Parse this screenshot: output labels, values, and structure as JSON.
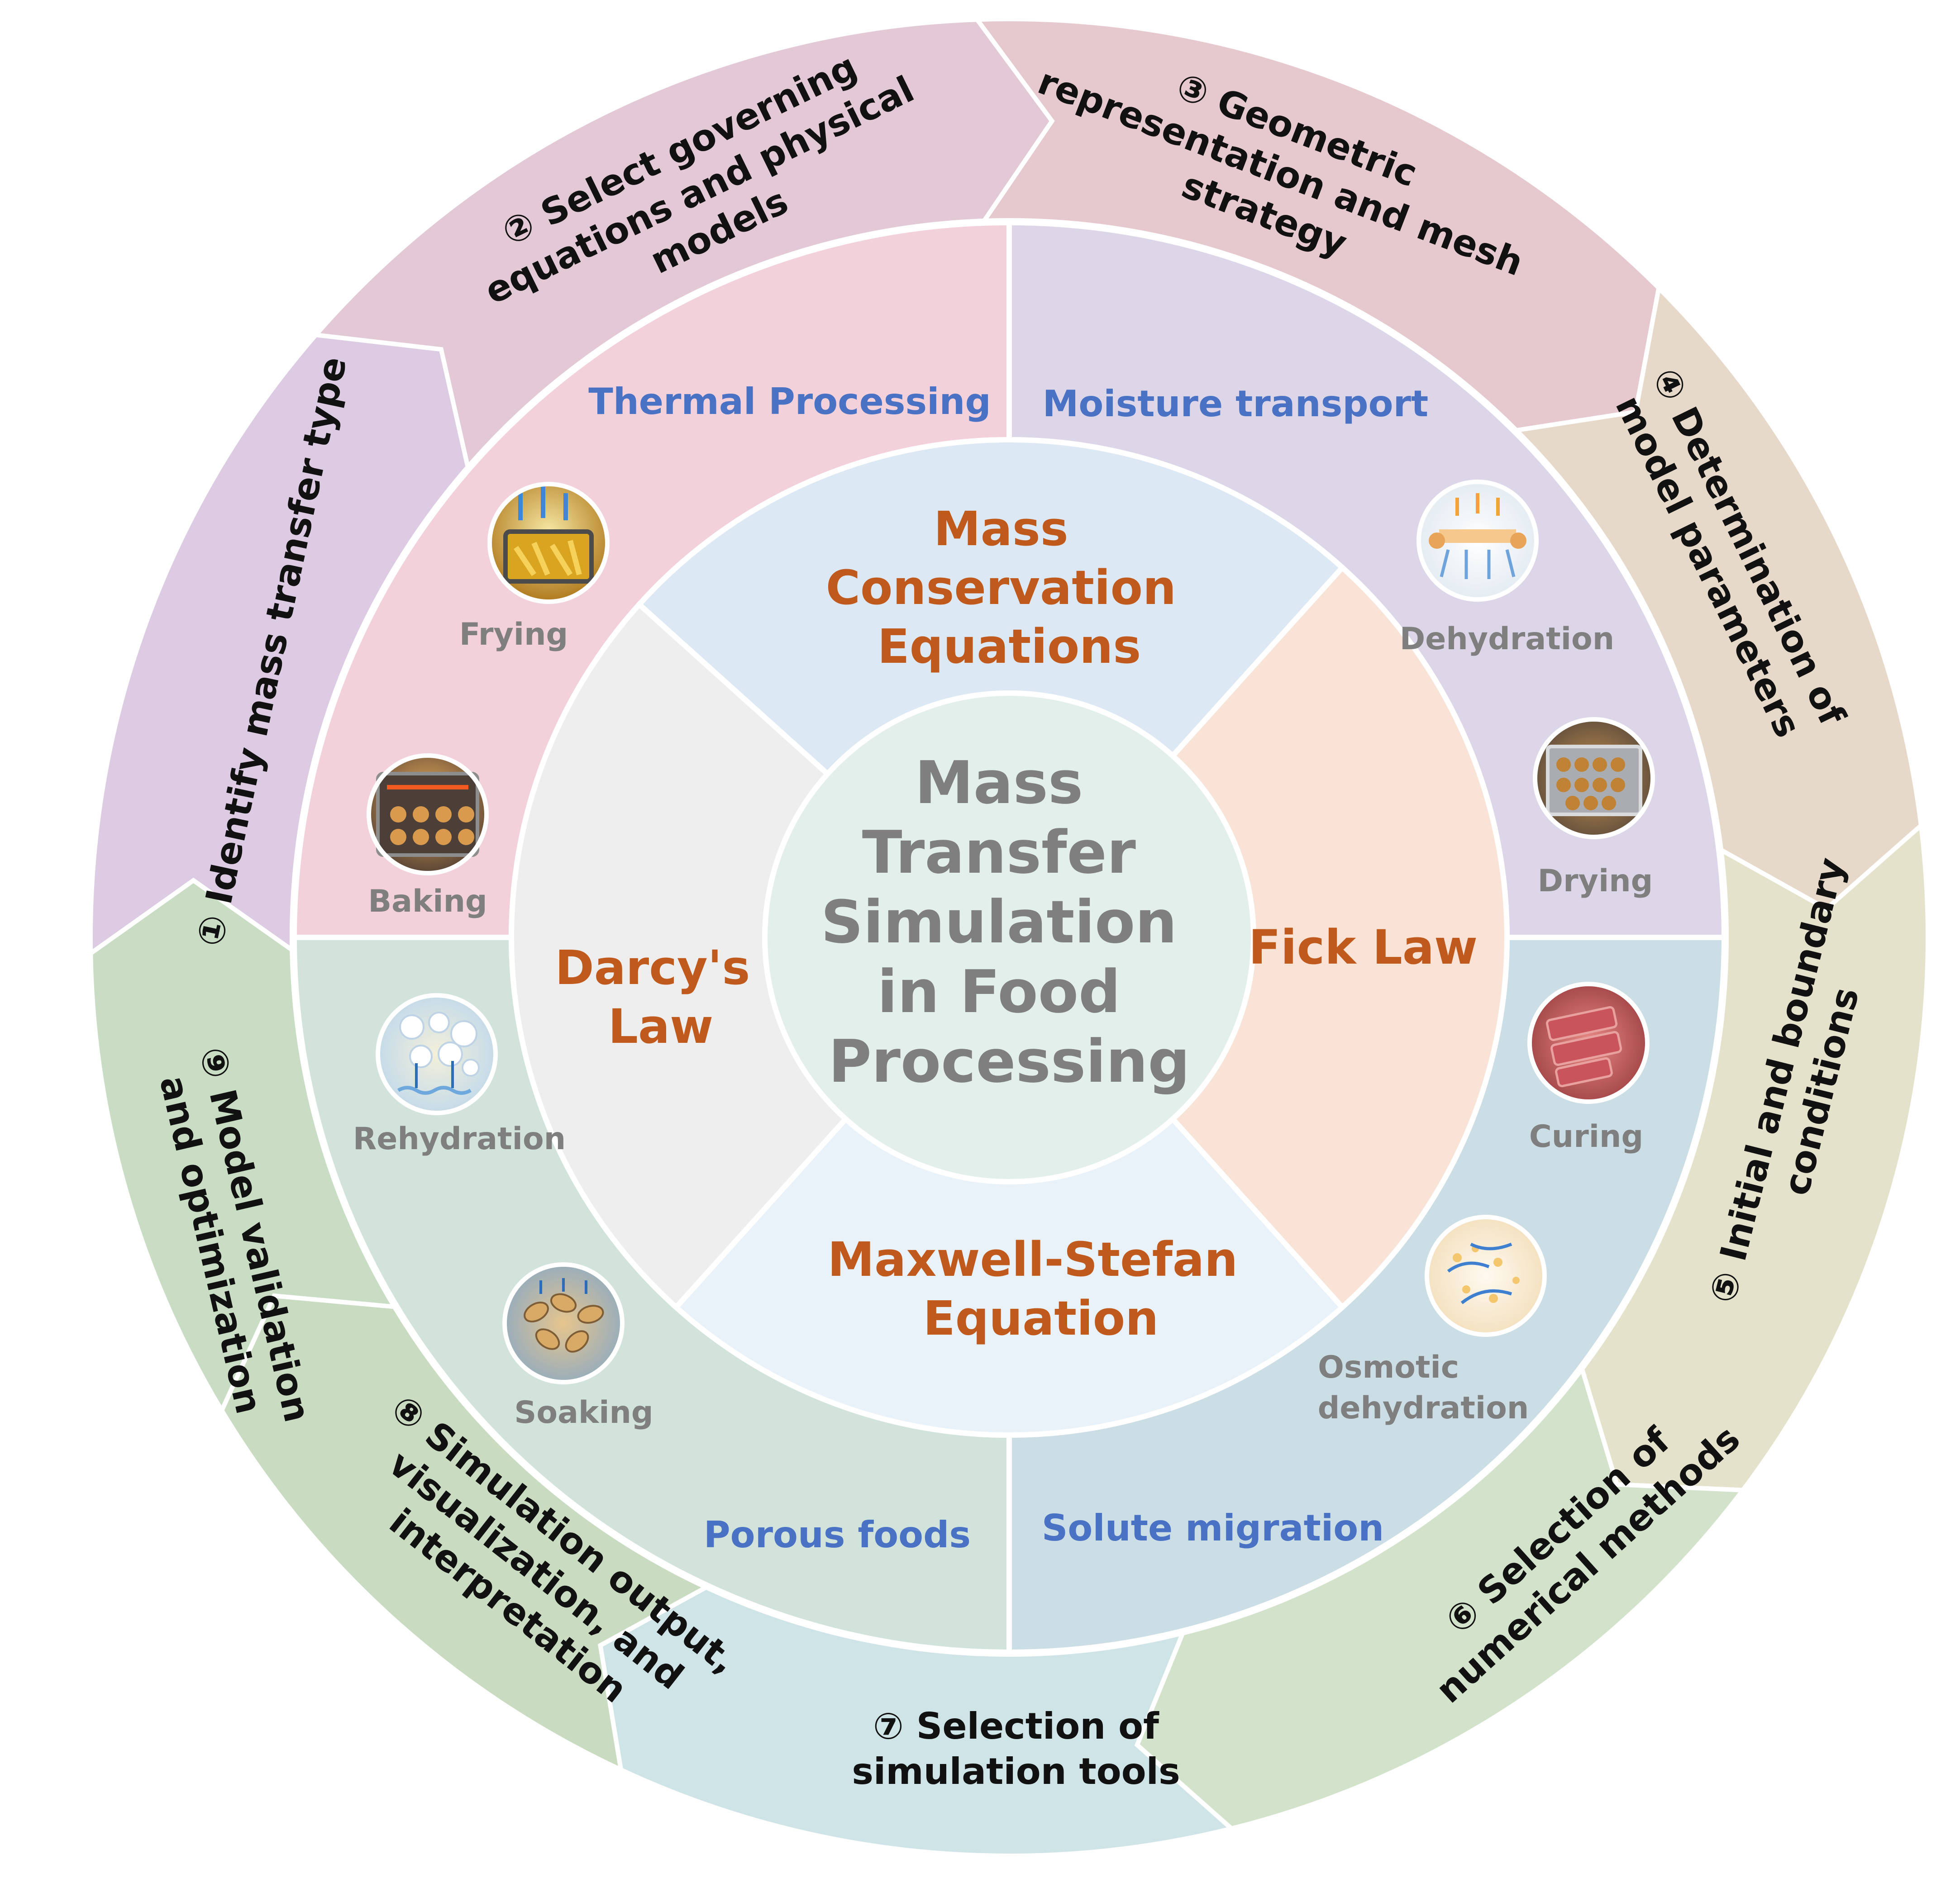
{
  "center": {
    "lines": [
      "Mass",
      "Transfer",
      "Simulation",
      "in Food",
      "Processing"
    ]
  },
  "equations": {
    "mass_conservation": [
      "Mass",
      "Conservation",
      "Equations"
    ],
    "fick": [
      "Fick Law"
    ],
    "maxwell_stefan": [
      "Maxwell-Stefan",
      "Equation"
    ],
    "darcy": [
      "Darcy's",
      "Law"
    ]
  },
  "categories": {
    "thermal": "Thermal Processing",
    "moisture": "Moisture transport",
    "solute": "Solute migration",
    "porous": "Porous foods"
  },
  "applications": {
    "frying": "Frying",
    "baking": "Baking",
    "dehydration": "Dehydration",
    "drying": "Drying",
    "curing": "Curing",
    "osmotic": [
      "Osmotic",
      "dehydration"
    ],
    "rehydration": "Rehydration",
    "soaking": "Soaking"
  },
  "steps": [
    {
      "num": "①",
      "lines": [
        "① Identify mass transfer type"
      ]
    },
    {
      "num": "②",
      "lines": [
        "② Select governing",
        "equations and physical",
        "models"
      ]
    },
    {
      "num": "③",
      "lines": [
        "③ Geometric",
        "representation and mesh",
        "strategy"
      ]
    },
    {
      "num": "④",
      "lines": [
        "④ Determination of",
        "model parameters"
      ]
    },
    {
      "num": "⑤",
      "lines": [
        "⑤ Initial and boundary",
        "conditions"
      ]
    },
    {
      "num": "⑥",
      "lines": [
        "⑥ Selection of",
        "numerical methods"
      ]
    },
    {
      "num": "⑦",
      "lines": [
        "⑦ Selection of",
        "simulation tools"
      ]
    },
    {
      "num": "⑧",
      "lines": [
        "⑧ Simulation output,",
        "visualization, and",
        "interpretation"
      ]
    },
    {
      "num": "⑨",
      "lines": [
        "⑨ Model validation",
        "and optimization"
      ]
    }
  ],
  "colors": {
    "step1": "#dccbe3",
    "step2": "#e3c9d6",
    "step3": "#e6c9cf",
    "step4": "#e7d9c9",
    "step5": "#e5e2cc",
    "step6": "#d3e3cb",
    "step7": "#cfe4e7",
    "step8": "#c9dbc1",
    "step9": "#c9dcc4",
    "thermal": "#f3d1da",
    "moisture": "#ddd6e8",
    "solute": "#cbdde5",
    "porous": "#d1e3da",
    "mass_eq": "#dce8f3",
    "fick_eq": "#f8e3d6",
    "maxwell_eq": "#e9f1f9",
    "darcy_eq": "#eeeeee",
    "center": "#e3efeb",
    "equation_text": "#c0591c",
    "category_text": "#4a72c4",
    "label_text": "#7f7f7f"
  }
}
